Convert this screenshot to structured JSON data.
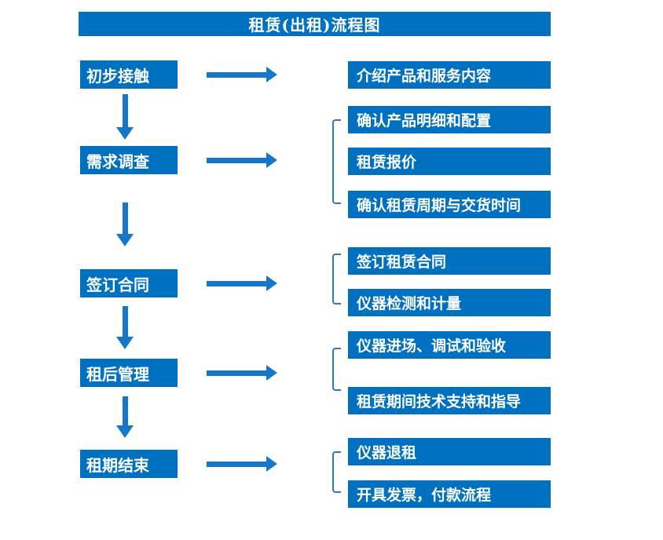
{
  "title": "租赁(出租)流程图",
  "colors": {
    "primary": "#0070C0",
    "arrow": "#1677C8",
    "bracket": "#3079C2",
    "text_on_primary": "#FFFFFF"
  },
  "stages": [
    {
      "label": "初步接触",
      "details": [
        "介绍产品和服务内容"
      ]
    },
    {
      "label": "需求调查",
      "details": [
        "确认产品明细和配置",
        "租赁报价",
        "确认租赁周期与交货时间"
      ]
    },
    {
      "label": "签订合同",
      "details": [
        "签订租赁合同",
        "仪器检测和计量"
      ]
    },
    {
      "label": "租后管理",
      "details": [
        "仪器进场、调试和验收",
        "租赁期间技术支持和指导"
      ]
    },
    {
      "label": "租期结束",
      "details": [
        "仪器退租",
        "开具发票，付款流程"
      ]
    }
  ]
}
